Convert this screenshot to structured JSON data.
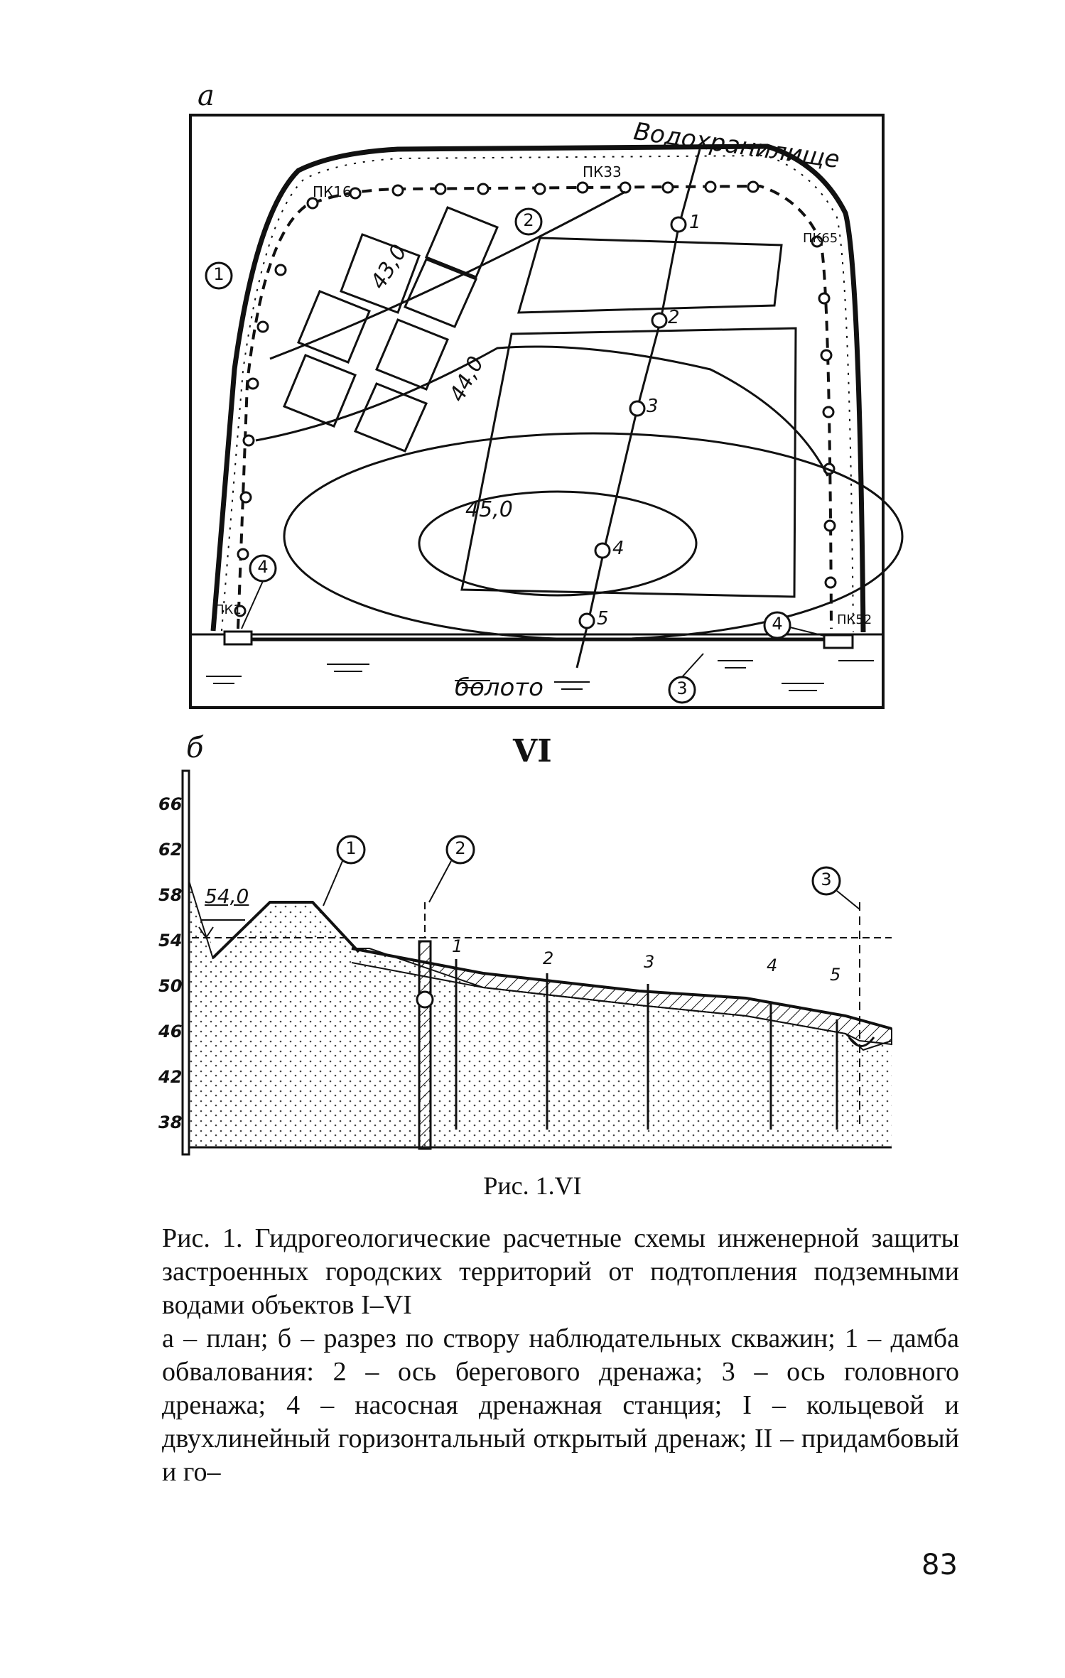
{
  "panel_a": {
    "label": "a",
    "reservoir": "Водохранилище",
    "swamp": "болото",
    "pk_labels": [
      "ПК16",
      "ПК33",
      "ПК65",
      "ПК1",
      "ПК52"
    ],
    "contours": [
      "43,0",
      "44,0",
      "45,0"
    ],
    "wells": [
      "1",
      "2",
      "3",
      "4",
      "5"
    ],
    "circled": [
      "1",
      "2",
      "3",
      "4",
      "4"
    ]
  },
  "panel_b": {
    "label": "б",
    "title": "VI",
    "level": "54,0",
    "scale": [
      "66",
      "62",
      "58",
      "54",
      "50",
      "46",
      "42",
      "38"
    ],
    "wells": [
      "1",
      "2",
      "3",
      "4",
      "5"
    ],
    "circled": [
      "1",
      "2",
      "3"
    ]
  },
  "figure_label": "Рис. 1.VI",
  "caption": "Рис. 1. Гидрогеологические расчетные схемы инженерной защиты застроенных городских территорий от подтопления подземными водами объектов I–VI\nа – план; б – разрез по створу наблюдательных скважин; 1 – дамба обвалования: 2 – ось берегового дренажа; 3 – ось головного дренажа; 4 – насосная дренажная станция; I – кольцевой и двухлинейный горизонтальный открытый дренаж; II – придамбовый и го–",
  "page_number": "83"
}
